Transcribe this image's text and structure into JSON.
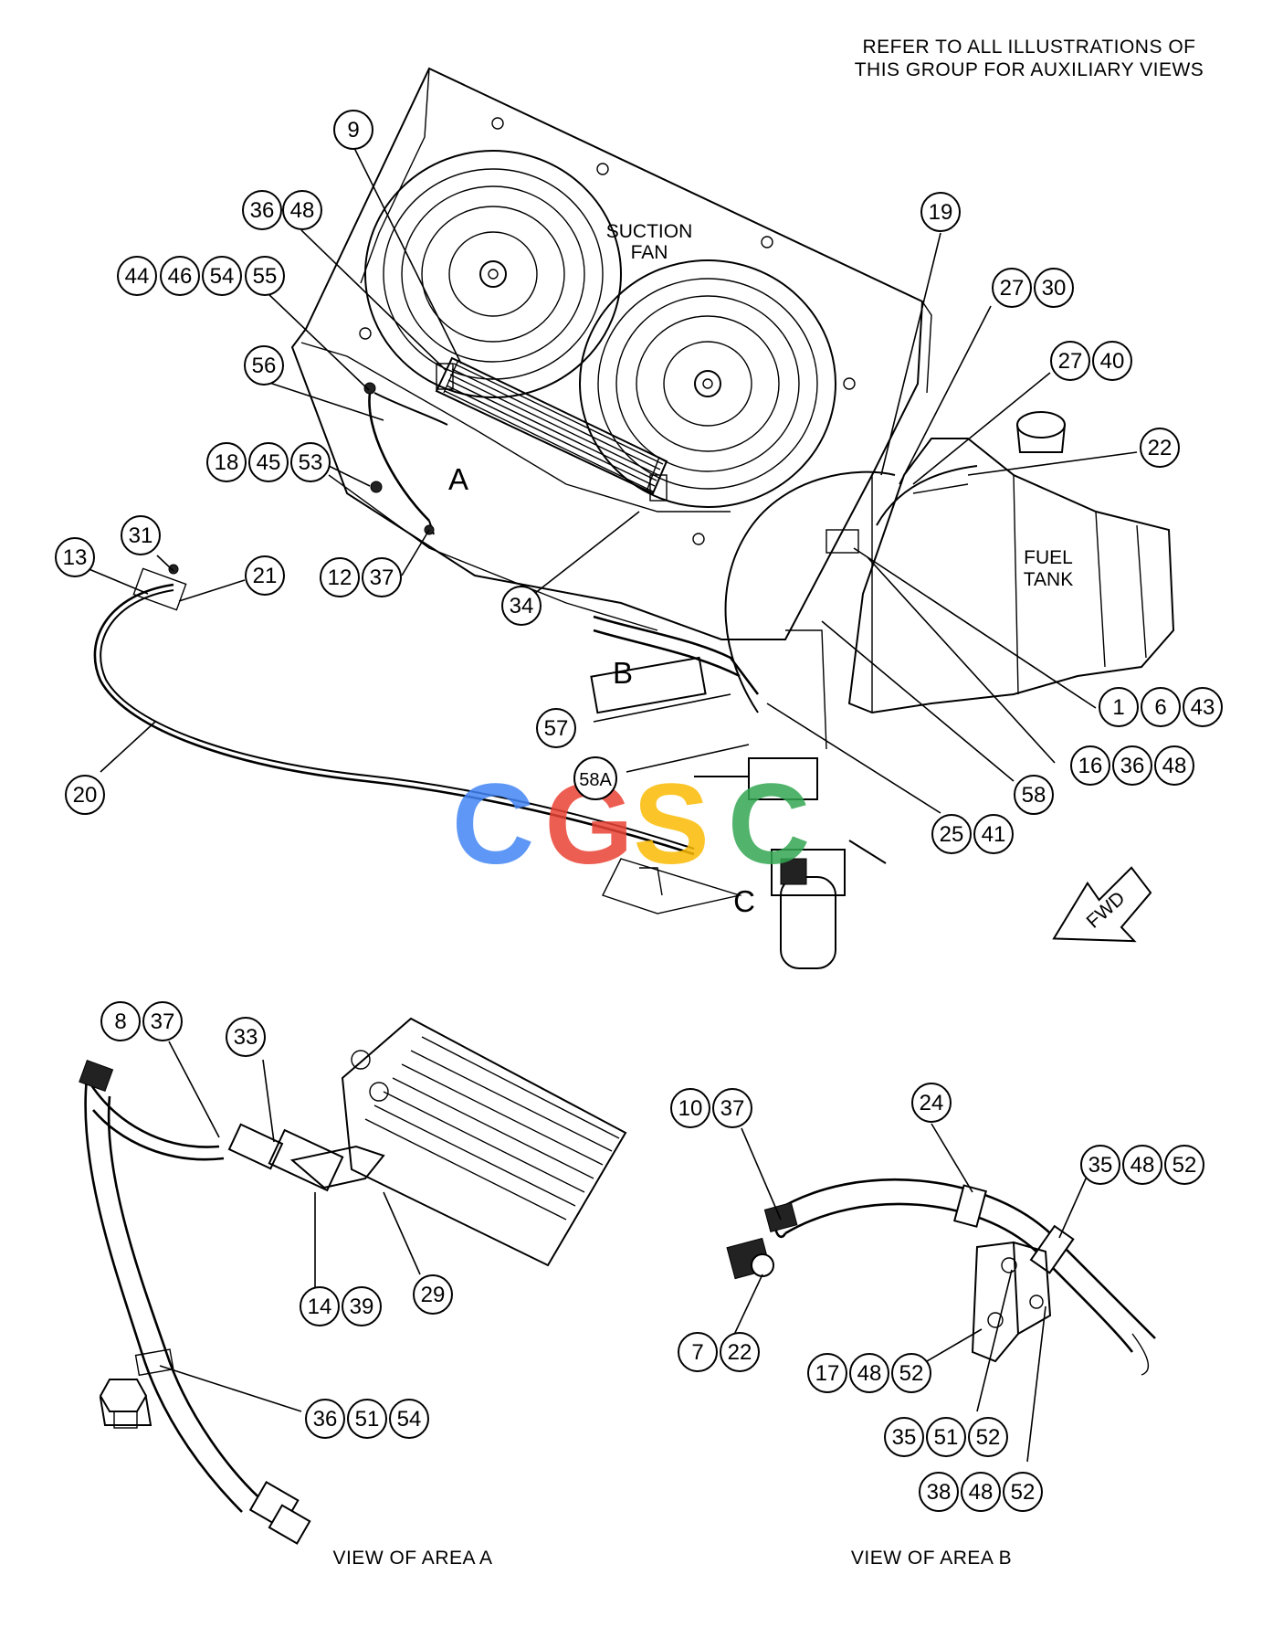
{
  "header_note": [
    "REFER TO ALL ILLUSTRATIONS OF",
    "THIS GROUP FOR AUXILIARY VIEWS"
  ],
  "labels": {
    "suction_fan": [
      "SUCTION",
      "FAN"
    ],
    "fuel_tank": [
      "FUEL",
      "TANK"
    ],
    "fwd": "FWD",
    "area_a": "A",
    "area_b": "B",
    "area_c": "C",
    "view_a": "VIEW OF AREA  A",
    "view_b": "VIEW OF AREA  B"
  },
  "watermark": {
    "letters": [
      "C",
      "G",
      "S",
      "C"
    ],
    "colors": [
      "#4285F4",
      "#EA4335",
      "#FBBC05",
      "#34A853"
    ]
  },
  "callout_groups": [
    {
      "id": "g9",
      "numbers": [
        "9"
      ]
    },
    {
      "id": "g36-48",
      "numbers": [
        "36",
        "48"
      ]
    },
    {
      "id": "g44-46-54-55",
      "numbers": [
        "44",
        "46",
        "54",
        "55"
      ]
    },
    {
      "id": "g56",
      "numbers": [
        "56"
      ]
    },
    {
      "id": "g18-45-53",
      "numbers": [
        "18",
        "45",
        "53"
      ]
    },
    {
      "id": "g12-37",
      "numbers": [
        "12",
        "37"
      ]
    },
    {
      "id": "g31",
      "numbers": [
        "31"
      ]
    },
    {
      "id": "g13",
      "numbers": [
        "13"
      ]
    },
    {
      "id": "g21",
      "numbers": [
        "21"
      ]
    },
    {
      "id": "g20",
      "numbers": [
        "20"
      ]
    },
    {
      "id": "g34",
      "numbers": [
        "34"
      ]
    },
    {
      "id": "g19",
      "numbers": [
        "19"
      ]
    },
    {
      "id": "g27-30",
      "numbers": [
        "27",
        "30"
      ]
    },
    {
      "id": "g27-40",
      "numbers": [
        "27",
        "40"
      ]
    },
    {
      "id": "g22",
      "numbers": [
        "22"
      ]
    },
    {
      "id": "g1-6-43",
      "numbers": [
        "1",
        "6",
        "43"
      ]
    },
    {
      "id": "g16-36-48",
      "numbers": [
        "16",
        "36",
        "48"
      ]
    },
    {
      "id": "g58",
      "numbers": [
        "58"
      ]
    },
    {
      "id": "g25-41",
      "numbers": [
        "25",
        "41"
      ]
    },
    {
      "id": "g57",
      "numbers": [
        "57"
      ]
    },
    {
      "id": "g58A",
      "numbers": [
        "58A"
      ]
    },
    {
      "id": "g8-37",
      "numbers": [
        "8",
        "37"
      ]
    },
    {
      "id": "g33",
      "numbers": [
        "33"
      ]
    },
    {
      "id": "g14-39",
      "numbers": [
        "14",
        "39"
      ]
    },
    {
      "id": "g29",
      "numbers": [
        "29"
      ]
    },
    {
      "id": "g36-51-54",
      "numbers": [
        "36",
        "51",
        "54"
      ]
    },
    {
      "id": "g10-37",
      "numbers": [
        "10",
        "37"
      ]
    },
    {
      "id": "g24",
      "numbers": [
        "24"
      ]
    },
    {
      "id": "g35-48-52",
      "numbers": [
        "35",
        "48",
        "52"
      ]
    },
    {
      "id": "g7-22",
      "numbers": [
        "7",
        "22"
      ]
    },
    {
      "id": "g17-48-52",
      "numbers": [
        "17",
        "48",
        "52"
      ]
    },
    {
      "id": "g35-51-52",
      "numbers": [
        "35",
        "51",
        "52"
      ]
    },
    {
      "id": "g38-48-52",
      "numbers": [
        "38",
        "48",
        "52"
      ]
    }
  ]
}
